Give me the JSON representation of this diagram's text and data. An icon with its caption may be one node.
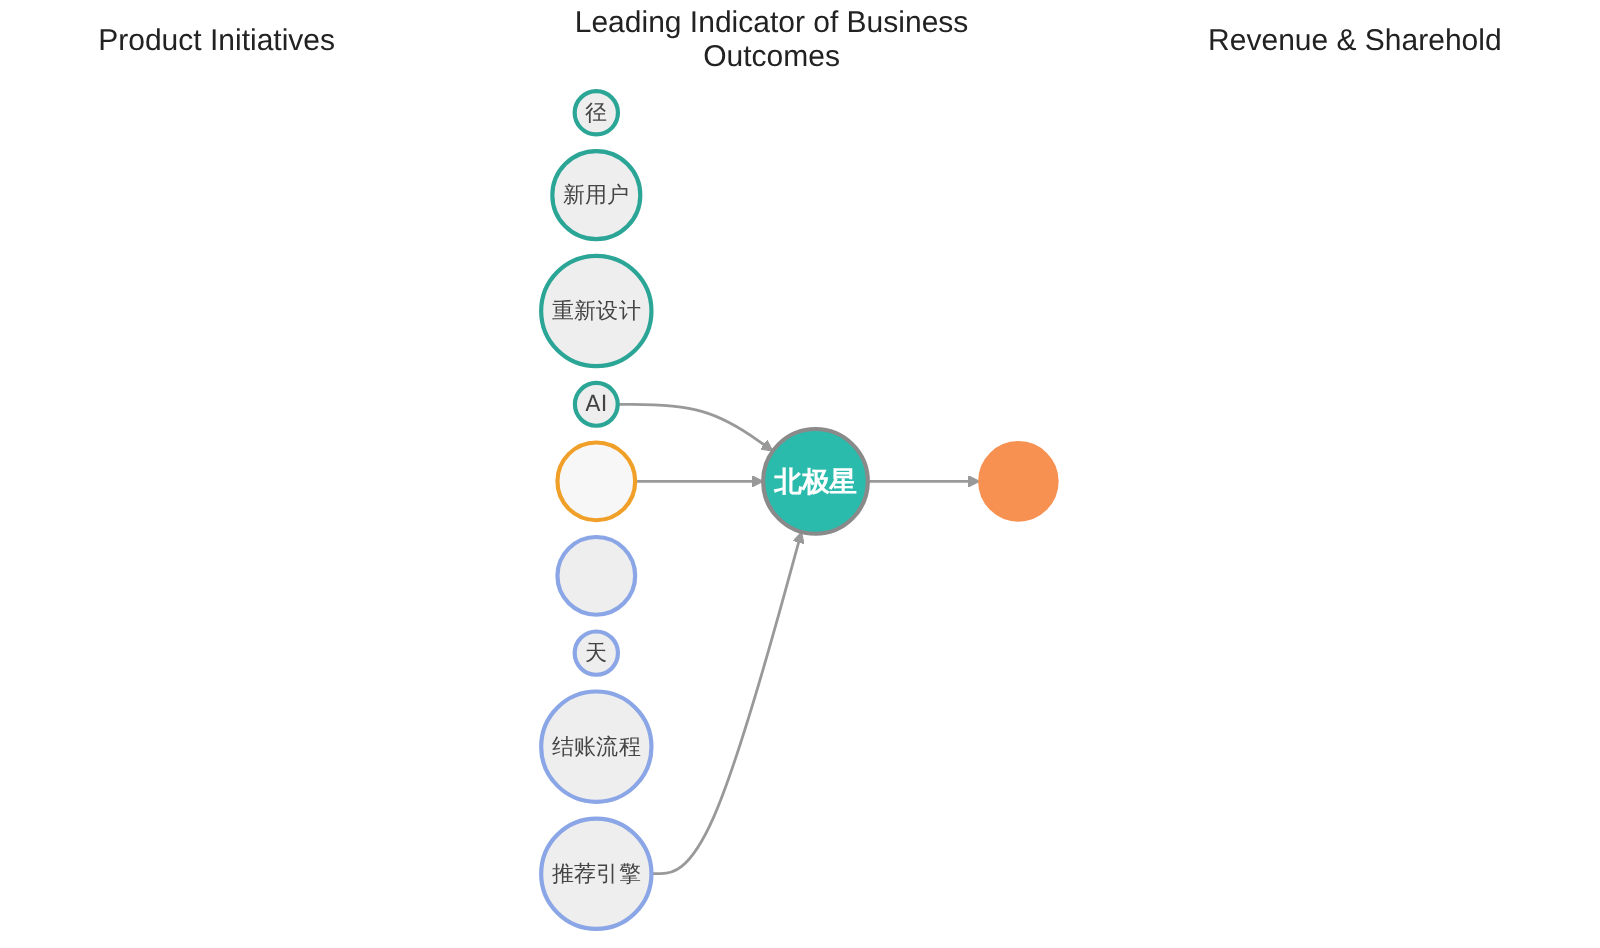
{
  "diagram": {
    "nodes": [
      {
        "text": [
          "径"
        ]
      },
      {
        "text": [
          "新用户"
        ]
      },
      {
        "text": [
          "重新设计"
        ]
      },
      {
        "text": [],
        "shape": "circle"
      },
      {
        "text": [
          "AI"
        ]
      },
      {
        "text": [],
        "shape": "circle"
      },
      {
        "text": [
          "天"
        ]
      },
      {
        "text": [
          "结账流程"
        ]
      },
      {
        "text": [
          "推荐引擎"
        ]
      },
      {
        "text": [
          "北极星"
        ]
      },
      {
        "text": [],
        "shape": "circle"
      }
    ],
    "edges": [
      {
        "from": 4,
        "to": 9,
        "arrow": "to"
      },
      {
        "from": 3,
        "to": 9,
        "arrow": "to"
      },
      {
        "from": 8,
        "to": 9,
        "arrow": "to"
      },
      {
        "from": 9,
        "to": 10,
        "arrow": "to"
      }
    ],
    "labels": [
      "Product Initiatives",
      "Leading Indicator of Business Outcomes",
      "Revenue & Sharehold"
    ]
  }
}
